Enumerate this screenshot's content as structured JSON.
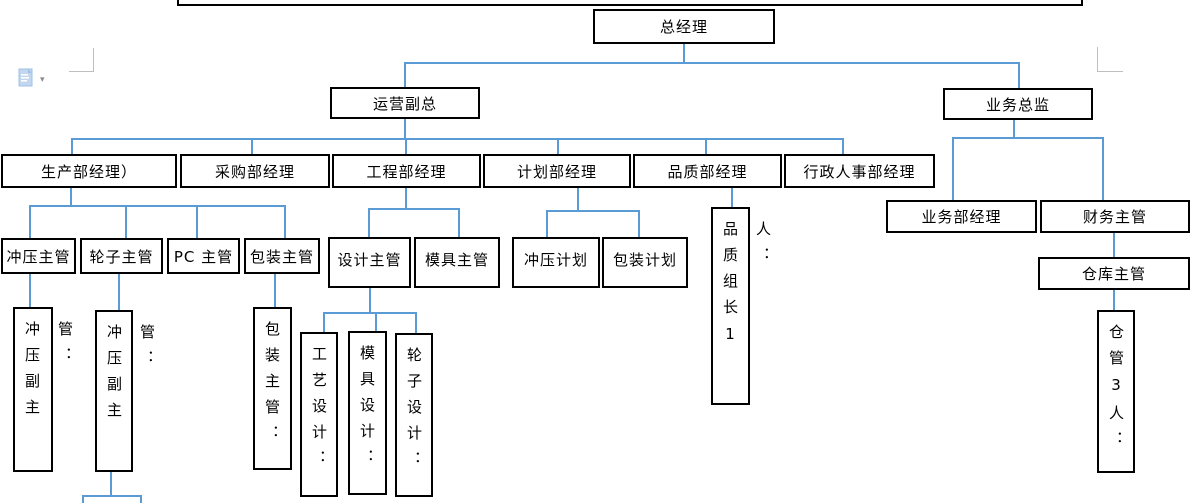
{
  "app": {
    "type": "word-processor-document",
    "content": "organizational-chart"
  },
  "colors": {
    "connector": "#5b9bd5",
    "box_border": "#000000",
    "corner_mark": "#bfbfbf",
    "paste_icon_fill": "#c3d6ef",
    "paste_icon_stroke": "#9dc3e6",
    "background": "#ffffff",
    "text": "#000000"
  },
  "icons": {
    "paste_options": "clipboard-paste-icon",
    "paste_dropdown_arrow": "▾"
  },
  "nodes": {
    "gm": {
      "label": "总经理",
      "level": 1
    },
    "ops_vp": {
      "label": "运营副总",
      "level": 2,
      "parent": "总经理"
    },
    "biz_director": {
      "label": "业务总监",
      "level": 2,
      "parent": "总经理"
    },
    "production_mgr": {
      "label": "生产部经理）",
      "level": 3,
      "parent": "运营副总"
    },
    "purchasing_mgr": {
      "label": "采购部经理",
      "level": 3,
      "parent": "运营副总"
    },
    "engineering_mgr": {
      "label": "工程部经理",
      "level": 3,
      "parent": "运营副总"
    },
    "planning_mgr": {
      "label": "计划部经理",
      "level": 3,
      "parent": "运营副总"
    },
    "quality_mgr": {
      "label": "品质部经理",
      "level": 3,
      "parent": "运营副总"
    },
    "admin_hr_mgr": {
      "label": "行政人事部经理",
      "level": 3,
      "parent": "运营副总"
    },
    "stamping_sup": {
      "label": "冲压主管",
      "level": 4,
      "parent": "生产部经理）"
    },
    "wheel_sup": {
      "label": "轮子主管",
      "level": 4,
      "parent": "生产部经理）"
    },
    "pc_sup": {
      "label": "PC 主管",
      "level": 4,
      "parent": "生产部经理）"
    },
    "packaging_sup": {
      "label": "包装主管",
      "level": 4,
      "parent": "生产部经理）"
    },
    "design_sup": {
      "label": "设计主管",
      "level": 4,
      "parent": "工程部经理"
    },
    "mold_sup": {
      "label": "模具主管",
      "level": 4,
      "parent": "工程部经理"
    },
    "stamping_plan": {
      "label": "冲压计划",
      "level": 4,
      "parent": "计划部经理"
    },
    "packaging_plan": {
      "label": "包装计划",
      "level": 4,
      "parent": "计划部经理"
    },
    "quality_leader": {
      "label": "品质组长1人：",
      "level": 4,
      "parent": "品质部经理",
      "orientation": "vertical"
    },
    "biz_dept_mgr": {
      "label": "业务部经理",
      "level": 3,
      "parent": "业务总监"
    },
    "finance_sup": {
      "label": "财务主管",
      "level": 3,
      "parent": "业务总监"
    },
    "warehouse_sup": {
      "label": "仓库主管",
      "level": 4,
      "parent": "财务主管"
    },
    "stamping_deputy1": {
      "label": "冲压副主管：",
      "level": 5,
      "parent": "冲压主管",
      "orientation": "vertical"
    },
    "stamping_deputy2": {
      "label": "冲压副主管：",
      "level": 5,
      "parent": "轮子主管",
      "orientation": "vertical"
    },
    "packaging_sup_v": {
      "label": "包装主管：",
      "level": 5,
      "parent": "包装主管",
      "orientation": "vertical"
    },
    "process_design": {
      "label": "工艺设计：",
      "level": 5,
      "parent": "设计主管",
      "orientation": "vertical"
    },
    "mold_design": {
      "label": "模具设计：",
      "level": 5,
      "parent": "设计主管",
      "orientation": "vertical"
    },
    "wheel_design": {
      "label": "轮子设计：",
      "level": 5,
      "parent": "设计主管",
      "orientation": "vertical"
    },
    "warehouse_staff": {
      "label": "仓管3人：",
      "level": 5,
      "parent": "仓库主管",
      "orientation": "vertical"
    }
  }
}
